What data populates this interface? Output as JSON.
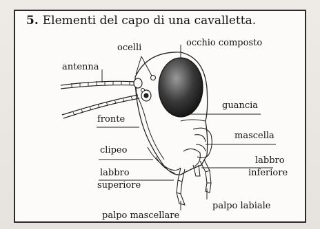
{
  "figure": {
    "number": "5.",
    "title": "Elementi del capo di una cavalletta."
  },
  "labels": {
    "ocelli": "ocelli",
    "occhio_composto": "occhio composto",
    "antenna": "antenna",
    "guancia": "guancia",
    "fronte": "fronte",
    "mascella": "mascella",
    "clipeo": "clipeo",
    "labbro_inferiore_1": "labbro",
    "labbro_inferiore_2": "inferiore",
    "labbro_superiore_1": "labbro",
    "labbro_superiore_2": "superiore",
    "palpo_labiale": "palpo labiale",
    "palpo_mascellare": "palpo mascellare"
  }
}
